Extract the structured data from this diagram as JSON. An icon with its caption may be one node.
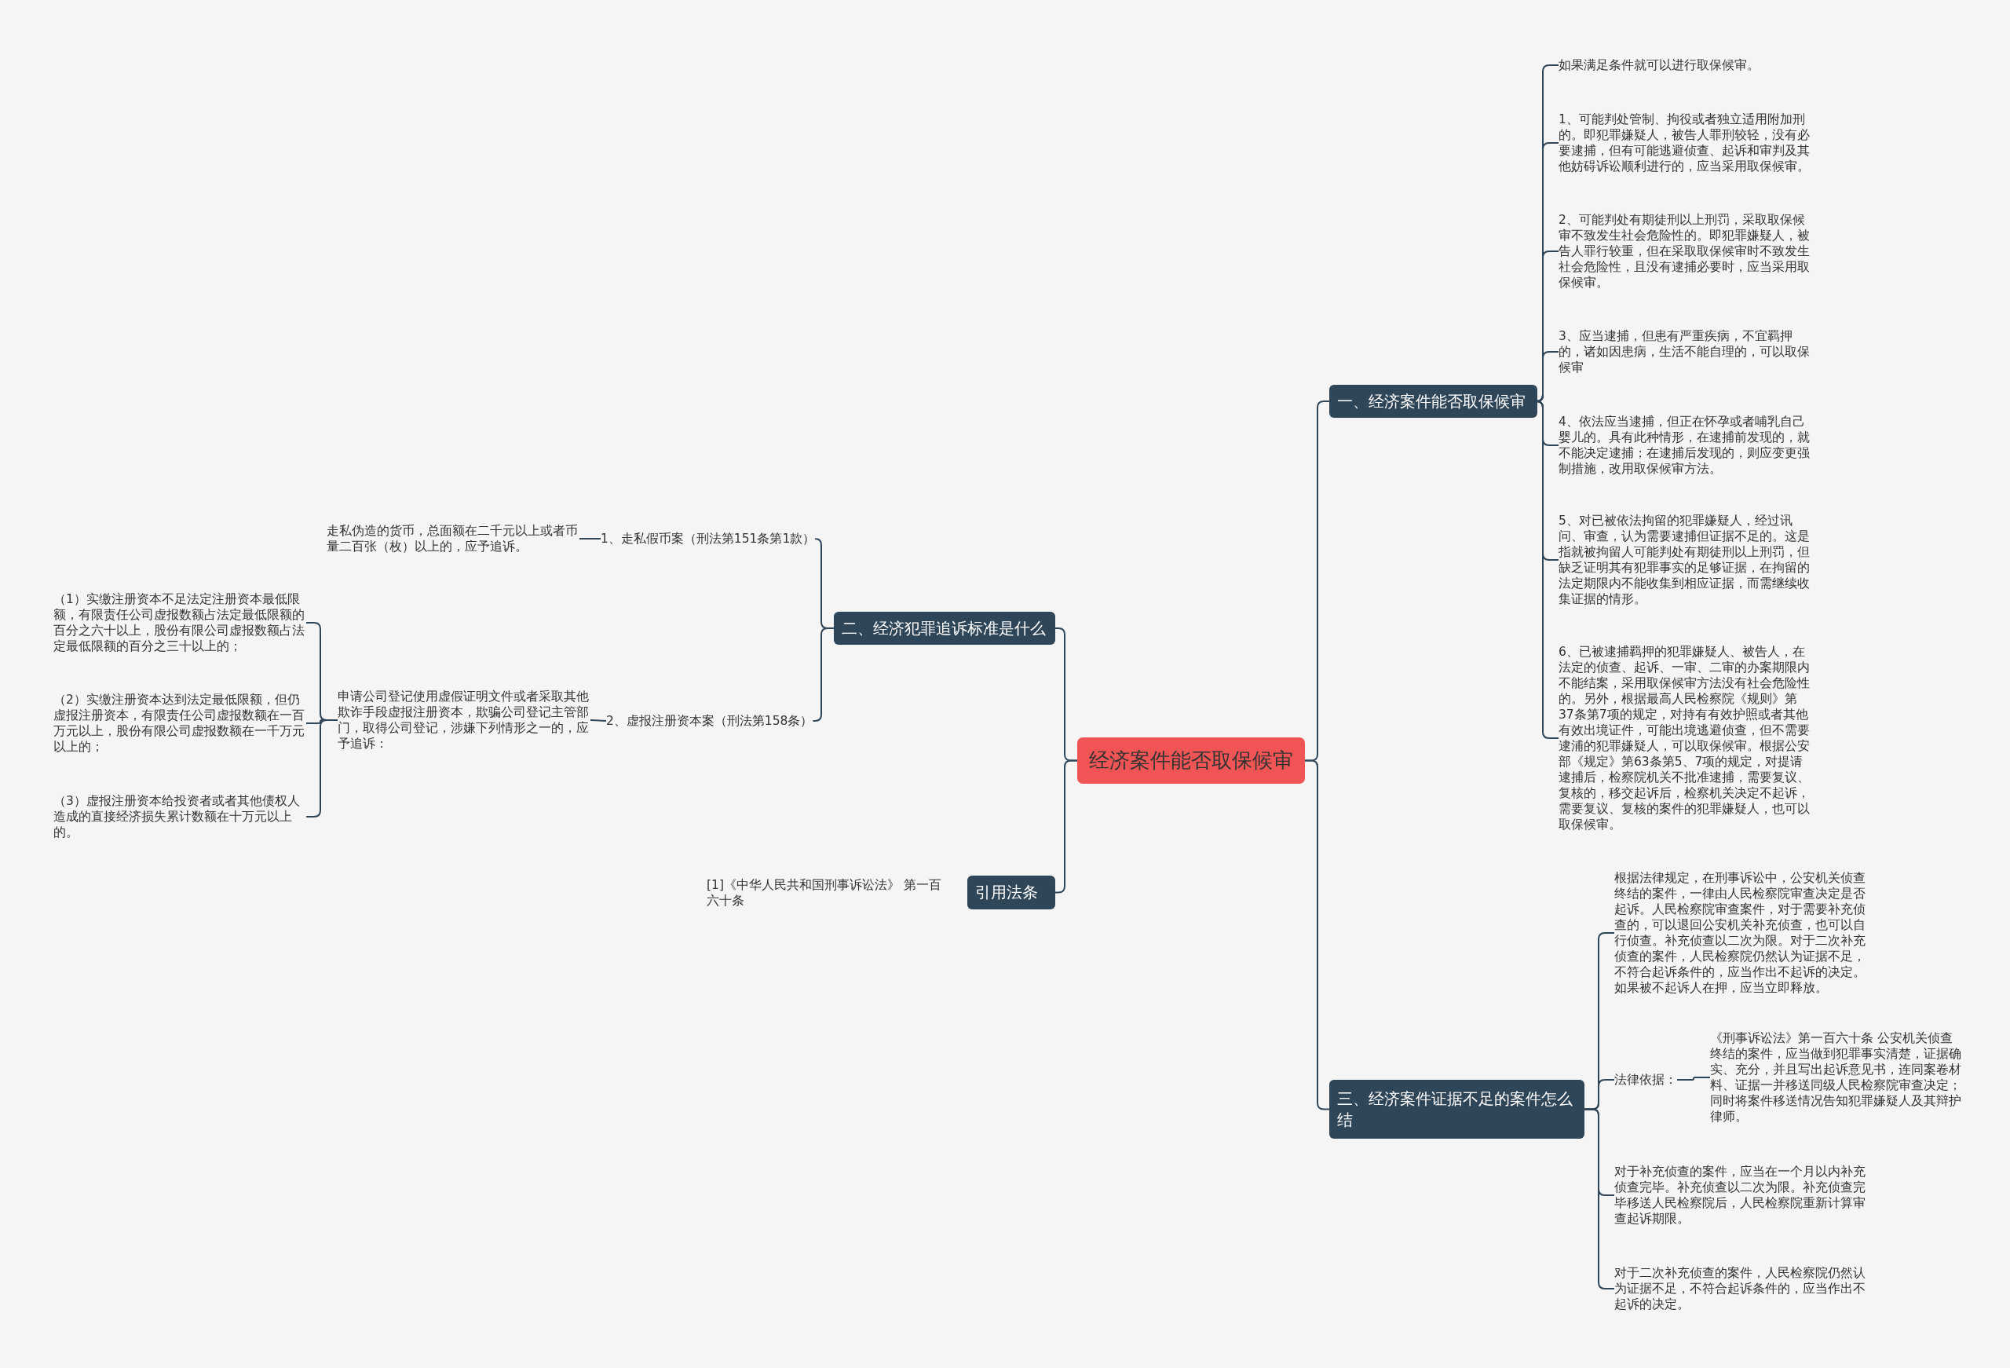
{
  "diagram": {
    "nodes": [
      {
        "text": [
          "经济案件能否取保候审"
        ]
      },
      {
        "text": [
          "一、经济案件能否取保候审"
        ]
      },
      {
        "text": [
          "如果满足条件就可以进行取保候审。"
        ]
      },
      {
        "text": [
          "1、可能判处管制、拘役或者独立适用附加刑的。即犯罪嫌疑人，被告人罪刑较轻，没有必要逮捕，但有可能逃避侦查、起诉和审判及其他妨碍诉讼顺利进行的，应当采用取保候审。"
        ]
      },
      {
        "text": [
          "2、可能判处有期徒刑以上刑罚，采取取保候审不致发生社会危险性的。即犯罪嫌疑人，被告人罪行较重，但在采取取保候审时不致发生社会危险性，且没有逮捕必要时，应当采用取保候审。"
        ]
      },
      {
        "text": [
          "3、应当逮捕，但患有严重疾病，不宜羁押的，诸如因患病，生活不能自理的，可以取保候审"
        ]
      },
      {
        "text": [
          "4、依法应当逮捕，但正在怀孕或者哺乳自己婴儿的。具有此种情形，在逮捕前发现的，就不能决定逮捕；在逮捕后发现的，则应变更强制措施，改用取保候审方法。"
        ]
      },
      {
        "text": [
          "5、对已被依法拘留的犯罪嫌疑人，经过讯问、审查，认为需要逮捕但证据不足的。这是指就被拘留人可能判处有期徒刑以上刑罚，但缺乏证明其有犯罪事实的足够证据，在拘留的法定期限内不能收集到相应证据，而需继续收集证据的情形。"
        ]
      },
      {
        "text": [
          "6、已被逮捕羁押的犯罪嫌疑人、被告人，在法定的侦查、起诉、一审、二审的办案期限内不能结案，采用取保候审方法没有社会危险性的。另外，根据最高人民检察院《规则》第37条第7项的规定，对持有有效护照或者其他有效出境证件，可能出境逃避侦查，但不需要逮浦的犯罪嫌疑人，可以取保候审。根据公安部《规定》第63条第5、7项的规定，对提请逮捕后，检察院机关不批准逮捕，需要复议、复核的，移交起诉后，检察机关决定不起诉，需要复议、复核的案件的犯罪嫌疑人，也可以取保候审。"
        ]
      },
      {
        "text": [
          "三、经济案件证据不足的案件怎么结"
        ]
      },
      {
        "text": [
          "根据法律规定，在刑事诉讼中，公安机关侦查终结的案件，一律由人民检察院审查决定是否起诉。人民检察院审查案件，对于需要补充侦查的，可以退回公安机关补充侦查，也可以自行侦查。补充侦查以二次为限。对于二次补充侦查的案件，人民检察院仍然认为证据不足，不符合起诉条件的，应当作出不起诉的决定。如果被不起诉人在押，应当立即释放。"
        ]
      },
      {
        "text": [
          "法律依据："
        ]
      },
      {
        "text": [
          "《刑事诉讼法》第一百六十条 公安机关侦查终结的案件，应当做到犯罪事实清楚，证据确实、充分，并且写出起诉意见书，连同案卷材料、证据一并移送同级人民检察院审查决定；同时将案件移送情况告知犯罪嫌疑人及其辩护律师。"
        ]
      },
      {
        "text": [
          "对于补充侦查的案件，应当在一个月以内补充侦查完毕。补充侦查以二次为限。补充侦查完毕移送人民检察院后，人民检察院重新计算审查起诉期限。"
        ]
      },
      {
        "text": [
          "对于二次补充侦查的案件，人民检察院仍然认为证据不足，不符合起诉条件的，应当作出不起诉的决定。"
        ]
      },
      {
        "text": [
          "二、经济犯罪追诉标准是什么"
        ]
      },
      {
        "text": [
          "1、走私假币案（刑法第151条第1款）"
        ]
      },
      {
        "text": [
          "走私伪造的货币，总面额在二千元以上或者币量二百张（枚）以上的，应予追诉。"
        ]
      },
      {
        "text": [
          "2、虚报注册资本案（刑法第158条）"
        ]
      },
      {
        "text": [
          "申请公司登记使用虚假证明文件或者采取其他欺诈手段虚报注册资本，欺骗公司登记主管部门，取得公司登记，涉嫌下列情形之一的，应予追诉："
        ]
      },
      {
        "text": [
          "（1）实缴注册资本不足法定注册资本最低限额，有限责任公司虚报数额占法定最低限额的百分之六十以上，股份有限公司虚报数额占法定最低限额的百分之三十以上的；"
        ]
      },
      {
        "text": [
          "（2）实缴注册资本达到法定最低限额，但仍虚报注册资本，有限责任公司虚报数额在一百万元以上，股份有限公司虚报数额在一千万元以上的；"
        ]
      },
      {
        "text": [
          "（3）虚报注册资本给投资者或者其他债权人造成的直接经济损失累计数额在十万元以上的。"
        ]
      },
      {
        "text": [
          "引用法条"
        ]
      },
      {
        "text": [
          "[1]《中华人民共和国刑事诉讼法》 第一百六十条"
        ]
      }
    ],
    "edges": [
      {
        "from": 0,
        "to": 1,
        "arrow": "none"
      },
      {
        "from": 1,
        "to": 2,
        "arrow": "none"
      },
      {
        "from": 1,
        "to": 3,
        "arrow": "none"
      },
      {
        "from": 1,
        "to": 4,
        "arrow": "none"
      },
      {
        "from": 1,
        "to": 5,
        "arrow": "none"
      },
      {
        "from": 1,
        "to": 6,
        "arrow": "none"
      },
      {
        "from": 1,
        "to": 7,
        "arrow": "none"
      },
      {
        "from": 1,
        "to": 8,
        "arrow": "none"
      },
      {
        "from": 0,
        "to": 9,
        "arrow": "none"
      },
      {
        "from": 9,
        "to": 10,
        "arrow": "none"
      },
      {
        "from": 9,
        "to": 11,
        "arrow": "none"
      },
      {
        "from": 11,
        "to": 12,
        "arrow": "none"
      },
      {
        "from": 9,
        "to": 13,
        "arrow": "none"
      },
      {
        "from": 9,
        "to": 14,
        "arrow": "none"
      },
      {
        "from": 0,
        "to": 15,
        "arrow": "none"
      },
      {
        "from": 15,
        "to": 16,
        "arrow": "none"
      },
      {
        "from": 16,
        "to": 17,
        "arrow": "none"
      },
      {
        "from": 15,
        "to": 18,
        "arrow": "none"
      },
      {
        "from": 18,
        "to": 19,
        "arrow": "none"
      },
      {
        "from": 19,
        "to": 20,
        "arrow": "none"
      },
      {
        "from": 19,
        "to": 21,
        "arrow": "none"
      },
      {
        "from": 19,
        "to": 22,
        "arrow": "none"
      },
      {
        "from": 0,
        "to": 23,
        "arrow": "none"
      }
    ]
  }
}
